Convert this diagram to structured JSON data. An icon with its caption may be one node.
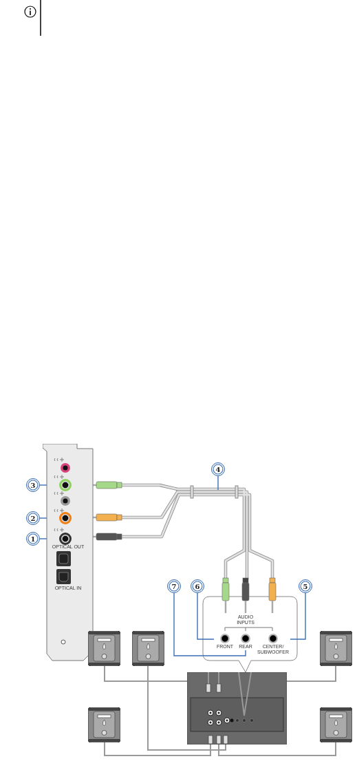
{
  "diagram": {
    "nodes": [
      {
        "text": [],
        "shape": "picture"
      },
      {
        "text": [
          "4"
        ]
      },
      {
        "text": [
          "3"
        ]
      },
      {
        "text": [
          "2"
        ]
      },
      {
        "text": [
          "1"
        ]
      },
      {
        "text": [
          "7"
        ]
      },
      {
        "text": [
          "6"
        ]
      },
      {
        "text": [
          "5"
        ]
      },
      {
        "text": [],
        "shape": "circle",
        "in": 0
      },
      {
        "text": [],
        "shape": "circle",
        "in": 0
      },
      {
        "text": [],
        "shape": "circle",
        "in": 0
      },
      {
        "text": [
          "FRONT"
        ]
      },
      {
        "text": [
          "REAR"
        ]
      },
      {
        "text": [
          "CENTER/ SUBWOOFER"
        ]
      },
      {
        "text": [],
        "shape": "picture"
      },
      {
        "text": [],
        "shape": "picture"
      },
      {
        "text": [],
        "shape": "picture"
      },
      {
        "text": [],
        "shape": "picture"
      },
      {
        "text": [],
        "shape": "picture"
      },
      {
        "text": [],
        "shape": "picture"
      }
    ],
    "edges": [
      {
        "from": 1,
        "to": null,
        "arrow": "none"
      },
      {
        "from": 2,
        "to": 8,
        "arrow": "none"
      },
      {
        "from": 3,
        "to": 9,
        "arrow": "none"
      },
      {
        "from": 4,
        "to": 10,
        "arrow": "none"
      },
      {
        "from": 5,
        "to": 12,
        "arrow": "none"
      },
      {
        "from": 6,
        "to": 11,
        "arrow": "none"
      },
      {
        "from": 7,
        "to": 13,
        "arrow": "none"
      },
      {
        "from": 14,
        "to": 17,
        "arrow": "none",
        "color": "#999999"
      },
      {
        "from": 15,
        "to": 17,
        "arrow": "none",
        "color": "#999999"
      },
      {
        "from": 16,
        "to": 17,
        "arrow": "none",
        "color": "#999999"
      },
      {
        "from": 18,
        "to": 17,
        "arrow": "none",
        "color": "#999999"
      },
      {
        "from": 19,
        "to": 17,
        "arrow": "none",
        "color": "#999999"
      }
    ],
    "labels": [
      "OPTICAL OUT",
      "OPTICAL IN",
      "AUDIO INPUTS"
    ]
  }
}
